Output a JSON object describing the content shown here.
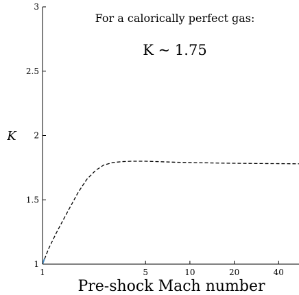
{
  "chart_data": {
    "type": "line",
    "xscale": "log",
    "xlim": [
      1,
      55
    ],
    "ylim": [
      1,
      3
    ],
    "xlabel": "Pre-shock Mach number",
    "ylabel": "K",
    "xticks": [
      1,
      5,
      10,
      20,
      40
    ],
    "yticks": [
      1,
      1.5,
      2,
      2.5,
      3
    ],
    "grid": false,
    "annotations": [
      "For a calorically perfect gas:",
      "K ~ 1.75"
    ],
    "series": [
      {
        "style": "dashed",
        "color": "#000000",
        "x": [
          1.0,
          1.1,
          1.25,
          1.5,
          1.75,
          2.0,
          2.3,
          2.6,
          3.0,
          3.5,
          4.0,
          5.0,
          6.0,
          8.0,
          10,
          15,
          20,
          30,
          40,
          55
        ],
        "y": [
          1.0,
          1.12,
          1.25,
          1.42,
          1.56,
          1.66,
          1.73,
          1.77,
          1.79,
          1.797,
          1.8,
          1.8,
          1.797,
          1.792,
          1.79,
          1.786,
          1.784,
          1.782,
          1.781,
          1.78
        ]
      },
      {
        "style": "solid",
        "color": "#4a90c8",
        "x": [
          1.0,
          1.03
        ],
        "y": [
          1.0,
          1.04
        ]
      }
    ]
  }
}
